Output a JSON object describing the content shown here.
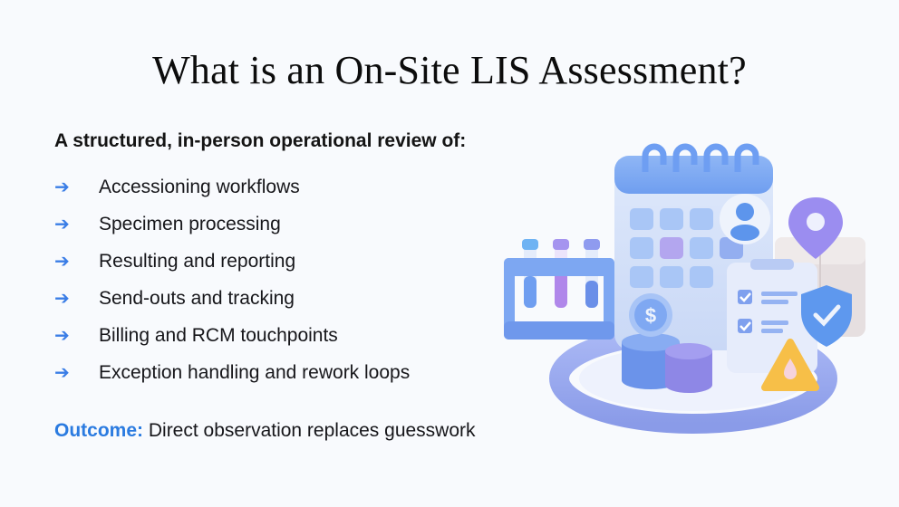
{
  "slide": {
    "title": "What is an On-Site LIS Assessment?",
    "intro": "A structured, in-person operational review of:",
    "bullet_icon": "arrow-right-icon",
    "bullets": [
      "Accessioning workflows",
      "Specimen processing",
      "Resulting and reporting",
      "Send-outs and tracking",
      "Billing and RCM touchpoints",
      "Exception handling and rework loops"
    ],
    "outcome": {
      "label": "Outcome:",
      "text": "Direct observation replaces guesswork"
    },
    "illustration": {
      "description": "3D illustration of lab operations: calendar with user icon, test tubes in rack, dollar coins, checklist clipboard, shield with checkmark, location pin on box, warning triangle, circular platform",
      "elements": [
        "calendar-icon",
        "user-icon",
        "test-tubes-icon",
        "coin-stack-icon",
        "checklist-icon",
        "shield-check-icon",
        "location-pin-icon",
        "box-icon",
        "warning-icon"
      ]
    },
    "colors": {
      "accent": "#2b7be0",
      "arrow": "#3a7de6",
      "text": "#141414",
      "background": "#f8fafd"
    }
  }
}
